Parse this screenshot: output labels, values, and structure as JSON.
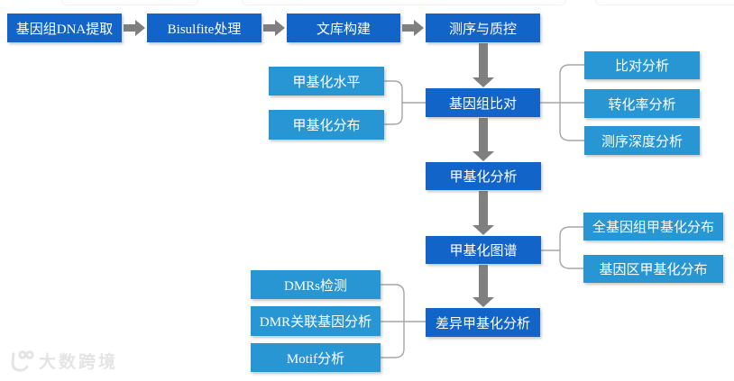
{
  "colors": {
    "main-box": "#1264c8",
    "side-box": "#2996d4",
    "arrow": "#7f7f7f",
    "connector": "#a6a6a6",
    "watermark": "#e4e4e4",
    "box-text": "#ffffff",
    "ghost": "#f1f1f1"
  },
  "diagram": {
    "main_flow": {
      "dna_extraction": "基因组DNA提取",
      "bisulfite": "Bisulfite处理",
      "library": "文库构建",
      "sequencing_qc": "测序与质控",
      "genome_alignment": "基因组比对",
      "methylation_analysis": "甲基化分析",
      "methylation_map": "甲基化图谱",
      "differential_methylation": "差异甲基化分析"
    },
    "side_items": {
      "methylation_level": "甲基化水平",
      "methylation_distribution": "甲基化分布",
      "alignment_analysis": "比对分析",
      "conversion_rate": "转化率分析",
      "sequencing_depth": "测序深度分析",
      "genomewide_methylation": "全基因组甲基化分布",
      "generegion_methylation": "基因区甲基化分布",
      "dmrs_detection": "DMRs检测",
      "dmr_related_genes": "DMR关联基因分析",
      "motif_analysis": "Motif分析"
    },
    "watermark": {
      "text": "大数跨境"
    }
  }
}
